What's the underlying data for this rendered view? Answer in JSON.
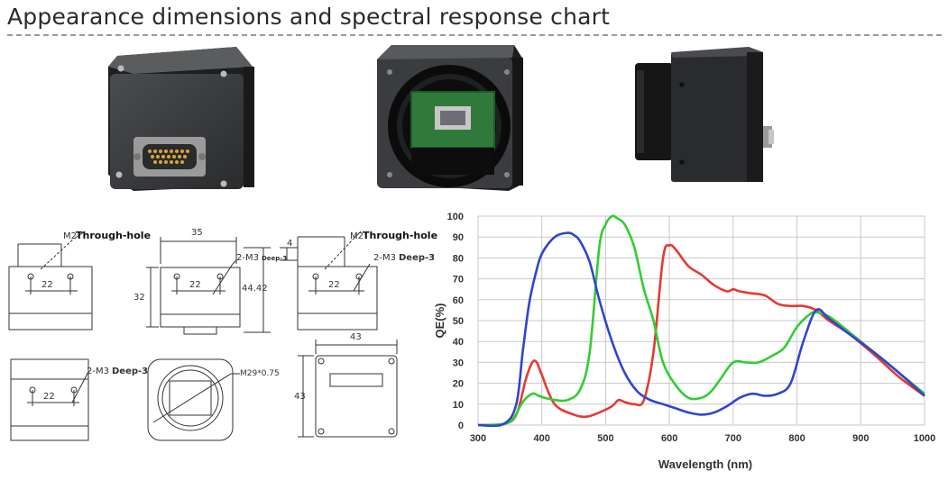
{
  "title": "Appearance dimensions and spectral response chart",
  "drawing_labels": {
    "m2_prefix_1": "M2",
    "through_hole_1": "Through-hole",
    "dim_22_1": "22",
    "dim_35": "35",
    "dim_32": "32",
    "dim_22_2": "22",
    "m3_prefix_1": "2-M3",
    "deep_1": "Deep-3",
    "dim_4": "4",
    "dim_4442": "44.42",
    "m2_prefix_2": "M2",
    "through_hole_2": "Through-hole",
    "m3_prefix_2": "2-M3",
    "deep_2": "Deep-3",
    "dim_22_3": "22",
    "m3_prefix_3": "2-M3",
    "deep_3": "Deep-3",
    "dim_22_4": "22",
    "m29": "M29*0.75",
    "dim_43_w": "43",
    "dim_43_h": "43"
  },
  "chart_data": {
    "type": "line",
    "title": "",
    "xlabel": "Wavelength (nm)",
    "ylabel": "QE(%)",
    "xlim": [
      300,
      1000
    ],
    "ylim": [
      0,
      100
    ],
    "xticks": [
      300,
      400,
      500,
      600,
      700,
      800,
      900,
      1000
    ],
    "yticks": [
      0,
      10,
      20,
      30,
      40,
      50,
      60,
      70,
      80,
      90,
      100
    ],
    "grid": true,
    "series": [
      {
        "color": "#e53935",
        "x": [
          300,
          340,
          360,
          375,
          385,
          392,
          400,
          420,
          450,
          470,
          490,
          510,
          520,
          530,
          545,
          560,
          575,
          590,
          600,
          610,
          630,
          650,
          670,
          690,
          700,
          710,
          730,
          750,
          770,
          790,
          810,
          830,
          850,
          880,
          920,
          960,
          1000
        ],
        "y": [
          0,
          0.5,
          5,
          22,
          30,
          30,
          24,
          10,
          5,
          4,
          6,
          9,
          12,
          11,
          10,
          12,
          35,
          80,
          86,
          84,
          76,
          72,
          67,
          64,
          65,
          64,
          63,
          62,
          58,
          57,
          57,
          55,
          50,
          44,
          34,
          23,
          14
        ]
      },
      {
        "color": "#33cc33",
        "x": [
          300,
          340,
          355,
          370,
          385,
          395,
          405,
          420,
          440,
          460,
          475,
          490,
          500,
          510,
          518,
          530,
          545,
          560,
          575,
          590,
          610,
          630,
          650,
          665,
          680,
          700,
          720,
          740,
          760,
          780,
          800,
          820,
          830,
          850,
          880,
          920,
          960,
          1000
        ],
        "y": [
          0,
          0.5,
          3,
          11,
          15,
          14,
          13,
          12,
          12,
          17,
          35,
          85,
          96,
          100,
          99,
          96,
          85,
          65,
          50,
          30,
          19,
          13,
          13,
          16,
          22,
          30,
          30,
          30,
          33,
          37,
          47,
          53,
          54,
          52,
          45,
          35,
          25,
          15
        ]
      },
      {
        "color": "#3344cc",
        "x": [
          300,
          340,
          360,
          370,
          380,
          390,
          400,
          420,
          440,
          450,
          460,
          475,
          490,
          510,
          530,
          550,
          570,
          590,
          610,
          630,
          650,
          670,
          690,
          710,
          730,
          750,
          770,
          790,
          810,
          830,
          850,
          880,
          920,
          960,
          1000
        ],
        "y": [
          0,
          0.5,
          10,
          35,
          58,
          72,
          82,
          90,
          92,
          91,
          88,
          78,
          60,
          40,
          25,
          16,
          12,
          10,
          8,
          6,
          5,
          6,
          9,
          13,
          15,
          14,
          15,
          20,
          40,
          55,
          51,
          44,
          35,
          25,
          14
        ]
      }
    ]
  }
}
